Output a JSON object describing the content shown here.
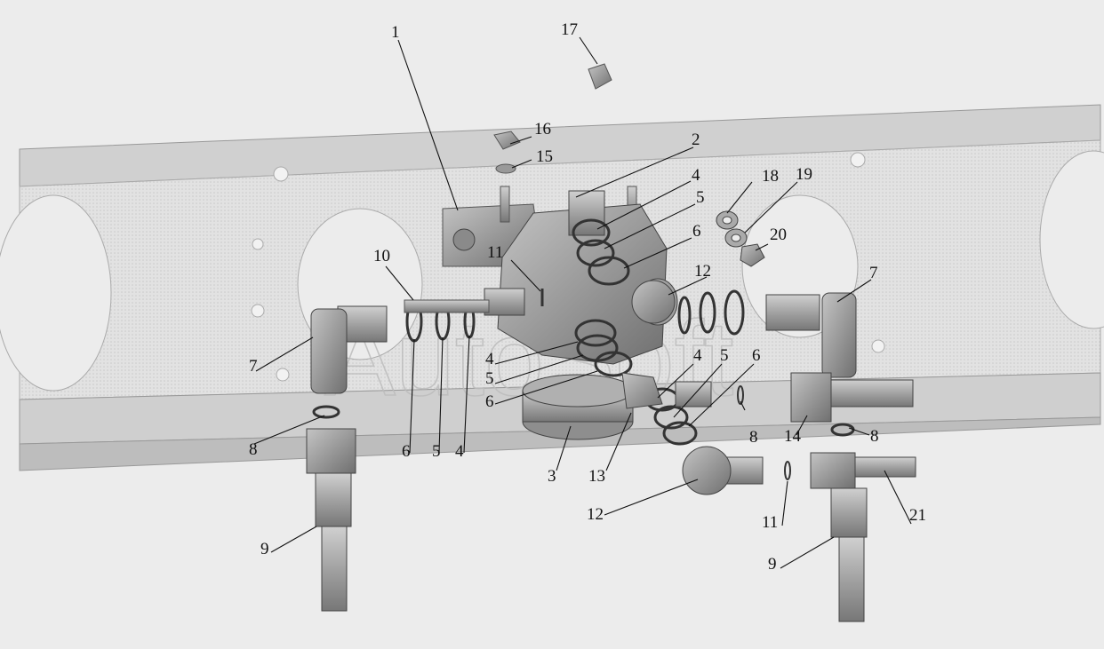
{
  "watermark": "AutoSoft",
  "callouts": [
    "1",
    "2",
    "3",
    "4",
    "5",
    "6",
    "7",
    "8",
    "9",
    "10",
    "11",
    "12",
    "13",
    "14",
    "15",
    "16",
    "17",
    "18",
    "19",
    "20",
    "21"
  ],
  "colors": {
    "background": "#ececec",
    "frame": "#d6d6d6",
    "part": "#a9a9a9",
    "leader": "#111111"
  }
}
